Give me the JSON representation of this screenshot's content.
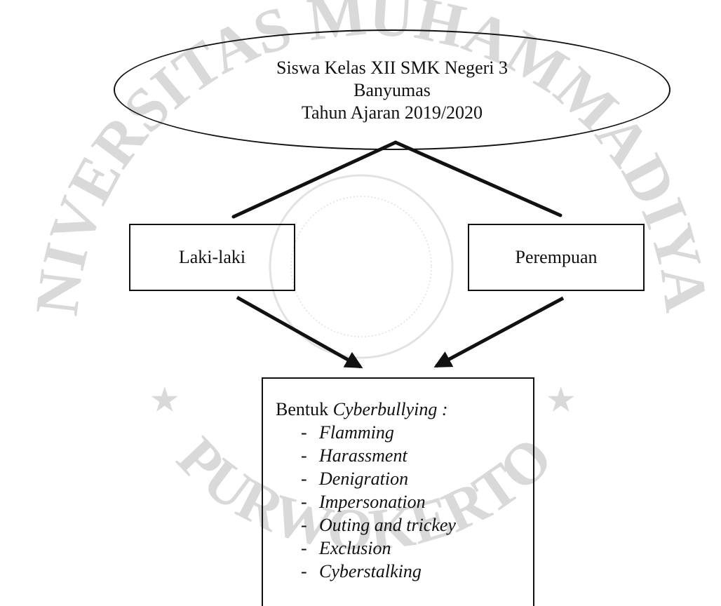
{
  "diagram": {
    "root": {
      "lines": [
        "Siswa Kelas XII SMK Negeri 3",
        "Banyumas",
        "Tahun Ajaran 2019/2020"
      ]
    },
    "groups": [
      {
        "id": "male",
        "label": "Laki-laki"
      },
      {
        "id": "female",
        "label": "Perempuan"
      }
    ],
    "result": {
      "heading_plain": "Bentuk ",
      "heading_italic": "Cyberbullying :",
      "bullet": "-",
      "items": [
        "Flamming",
        "Harassment",
        "Denigration",
        "Impersonation",
        "Outing and trickey",
        "Exclusion",
        "Cyberstalking"
      ]
    },
    "edges": [
      {
        "from": "root",
        "to": "male",
        "style": "line"
      },
      {
        "from": "root",
        "to": "female",
        "style": "line"
      },
      {
        "from": "male",
        "to": "result",
        "style": "arrow"
      },
      {
        "from": "female",
        "to": "result",
        "style": "arrow"
      }
    ]
  },
  "watermark": {
    "text": "UNIVERSITAS MUHAMMADIYAH PURWOKERTO",
    "color": "#d9d9d9"
  },
  "colors": {
    "stroke": "#111111",
    "background": "#ffffff"
  }
}
